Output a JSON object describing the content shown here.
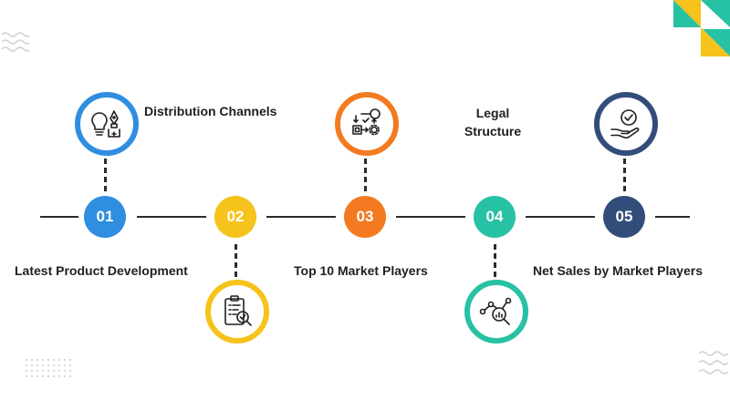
{
  "colors": {
    "step1": "#2f8ee0",
    "step2": "#f6c21c",
    "step3": "#f37a20",
    "step4": "#27c1a4",
    "step5": "#334d7b",
    "accent_teal": "#27c1a4",
    "accent_yellow": "#f6c21c",
    "line": "#2b2b2b"
  },
  "steps": [
    {
      "number": "01",
      "label": "Latest Product Development",
      "icon": "lightbulb-pen-icon",
      "color": "#2f8ee0"
    },
    {
      "number": "02",
      "label": "Distribution Channels",
      "icon": "clipboard-search-icon",
      "color": "#f6c21c"
    },
    {
      "number": "03",
      "label": "Top 10 Market Players",
      "icon": "process-flow-icon",
      "color": "#f37a20"
    },
    {
      "number": "04",
      "label_line1": "Legal",
      "label_line2": "Structure",
      "icon": "analytics-search-icon",
      "color": "#27c1a4"
    },
    {
      "number": "05",
      "label": "Net Sales by Market Players",
      "icon": "hand-check-icon",
      "color": "#334d7b"
    }
  ]
}
